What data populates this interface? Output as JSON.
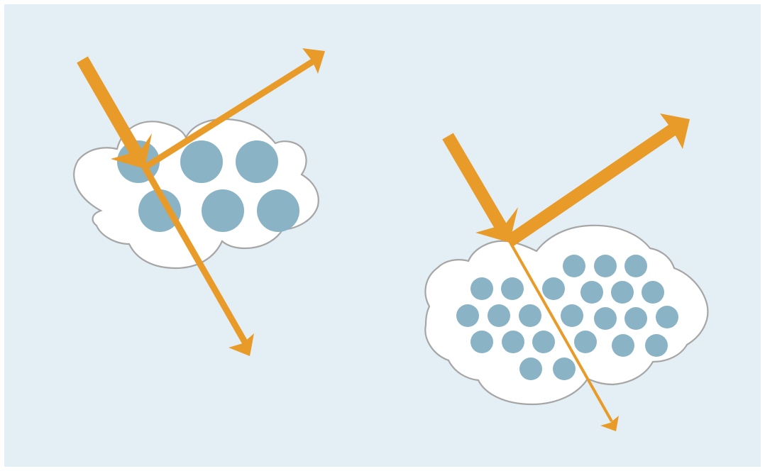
{
  "colors": {
    "frame": "#ffffff",
    "background": "#e3eff4",
    "cloud_fill": "#ffffff",
    "cloud_stroke": "#a6a6a6",
    "droplet": "#8ab3c6",
    "arrow": "#e99b2a"
  },
  "clouds": [
    {
      "name": "large-droplet-cloud",
      "droplet_count": 6,
      "droplet_size": "large",
      "incoming_arrow": "thick",
      "reflected_arrow": "medium",
      "transmitted_arrow": "medium"
    },
    {
      "name": "small-droplet-cloud",
      "droplet_count": 23,
      "droplet_size": "small",
      "incoming_arrow": "thick",
      "reflected_arrow": "thick",
      "transmitted_arrow": "thin"
    }
  ]
}
